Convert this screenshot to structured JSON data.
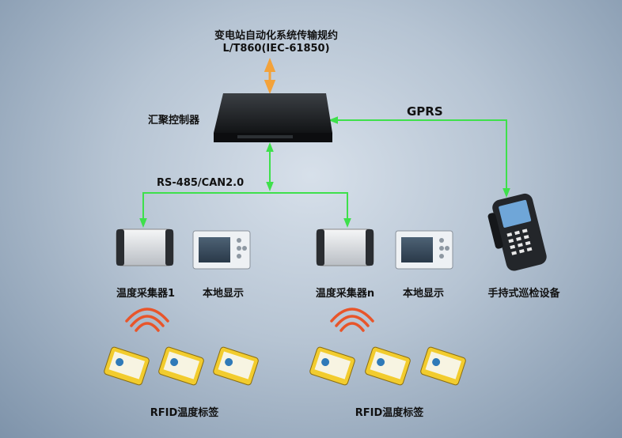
{
  "top": {
    "protocol_line1": "变电站自动化系统传输规约",
    "protocol_line2": "L/T860(IEC-61850)"
  },
  "controller": {
    "label": "汇聚控制器"
  },
  "links": {
    "gprs": "GPRS",
    "bus": "RS-485/CAN2.0"
  },
  "groups": [
    {
      "collector": "温度采集器1",
      "display": "本地显示",
      "tags": "RFID温度标签"
    },
    {
      "collector": "温度采集器n",
      "display": "本地显示",
      "tags": "RFID温度标签"
    }
  ],
  "handheld": {
    "label": "手持式巡检设备"
  },
  "colors": {
    "link_green": "#3ee04b",
    "orange_arrow": "#f3a23a",
    "rf_wave": "#e8552a",
    "tag_yellow": "#f2cc2e"
  }
}
